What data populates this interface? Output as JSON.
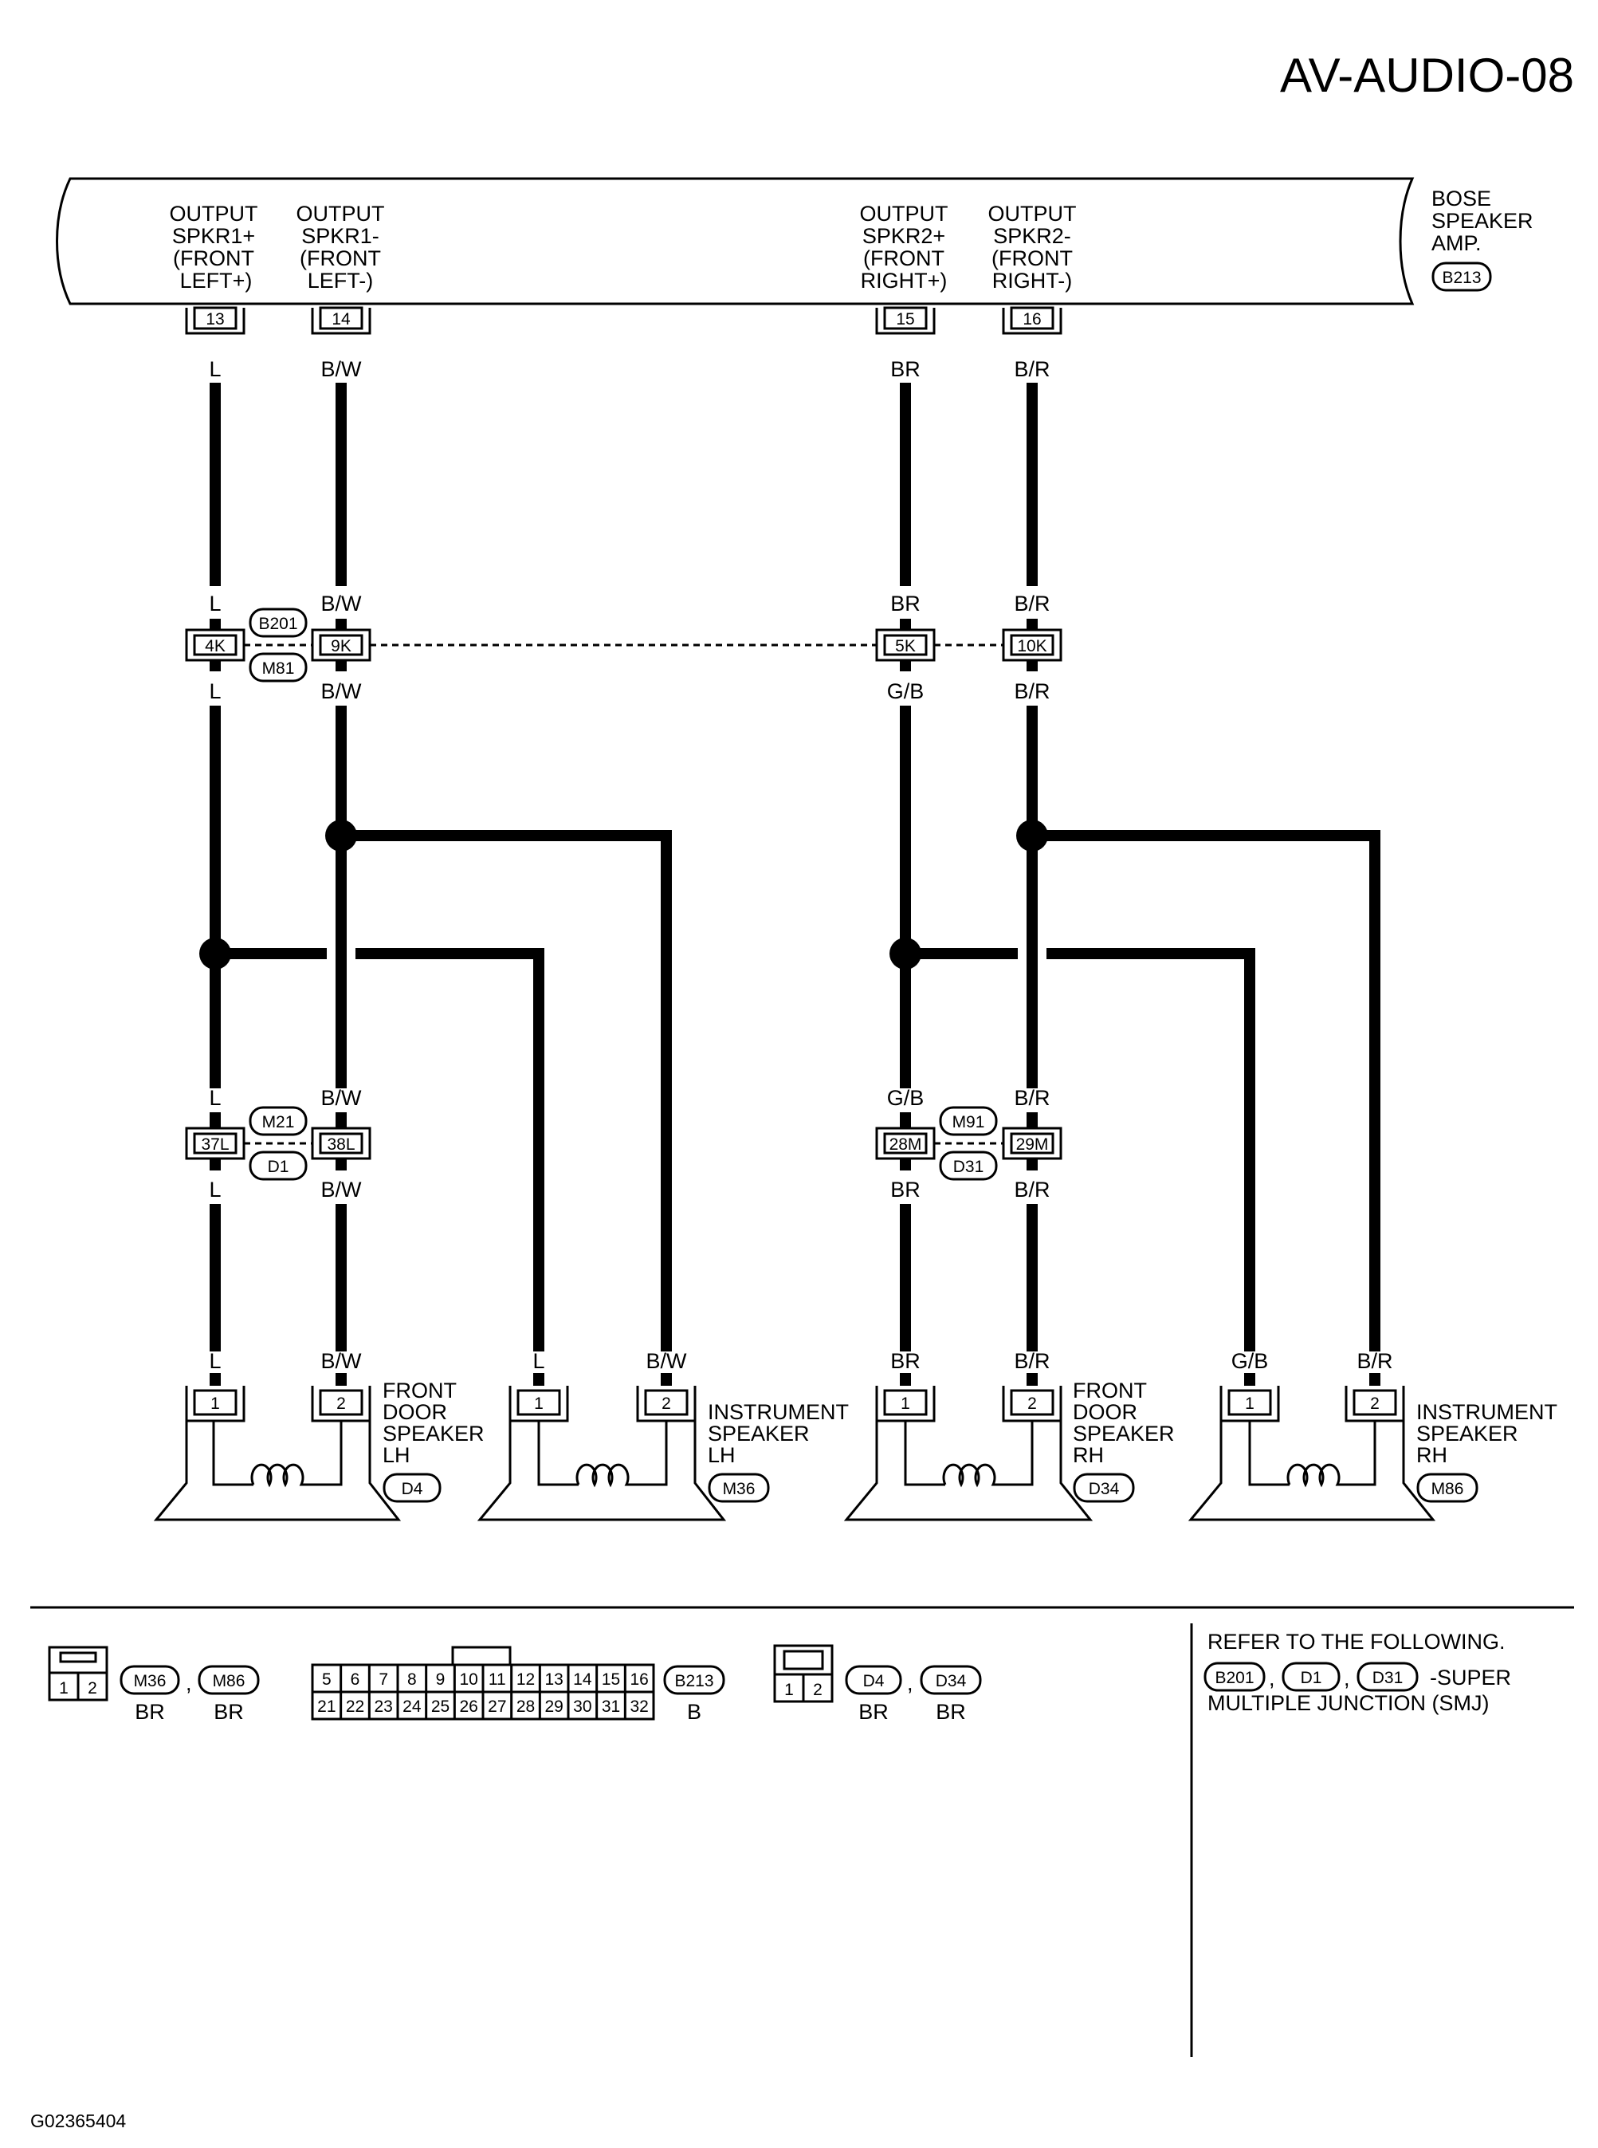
{
  "page_id": "AV-AUDIO-08",
  "figure_id": "G02365404",
  "amp": {
    "name": [
      "BOSE",
      "SPEAKER",
      "AMP."
    ],
    "connector": "B213",
    "outputs": [
      {
        "lines": [
          "OUTPUT",
          "SPKR1+",
          "(FRONT",
          "LEFT+)"
        ],
        "pin": "13",
        "color_top": "L"
      },
      {
        "lines": [
          "OUTPUT",
          "SPKR1-",
          "(FRONT",
          "LEFT-)"
        ],
        "pin": "14",
        "color_top": "B/W"
      },
      {
        "lines": [
          "OUTPUT",
          "SPKR2+",
          "(FRONT",
          "RIGHT+)"
        ],
        "pin": "15",
        "color_top": "BR"
      },
      {
        "lines": [
          "OUTPUT",
          "SPKR2-",
          "(FRONT",
          "RIGHT-)"
        ],
        "pin": "16",
        "color_top": "B/R"
      }
    ]
  },
  "junction1": {
    "connectors": [
      "B201",
      "M81"
    ],
    "pins": [
      "4K",
      "9K",
      "5K",
      "10K"
    ],
    "above": [
      "L",
      "B/W",
      "BR",
      "B/R"
    ],
    "below": [
      "L",
      "B/W",
      "G/B",
      "B/R"
    ]
  },
  "junction2": {
    "left_connectors": [
      "M21",
      "D1"
    ],
    "right_connectors": [
      "M91",
      "D31"
    ],
    "pins": [
      "37L",
      "38L",
      "28M",
      "29M"
    ],
    "above": [
      "L",
      "B/W",
      "G/B",
      "B/R"
    ],
    "below": [
      "L",
      "B/W",
      "BR",
      "B/R"
    ]
  },
  "speakers": [
    {
      "lines": [
        "FRONT",
        "DOOR",
        "SPEAKER",
        "LH"
      ],
      "connector": "D4",
      "pins": [
        "1",
        "2"
      ],
      "colors": [
        "L",
        "B/W"
      ]
    },
    {
      "lines": [
        "INSTRUMENT",
        "SPEAKER",
        "LH"
      ],
      "connector": "M36",
      "pins": [
        "1",
        "2"
      ],
      "colors": [
        "L",
        "B/W"
      ]
    },
    {
      "lines": [
        "FRONT",
        "DOOR",
        "SPEAKER",
        "RH"
      ],
      "connector": "D34",
      "pins": [
        "1",
        "2"
      ],
      "colors": [
        "BR",
        "B/R"
      ]
    },
    {
      "lines": [
        "INSTRUMENT",
        "SPEAKER",
        "RH"
      ],
      "connector": "M86",
      "pins": [
        "1",
        "2"
      ],
      "colors": [
        "G/B",
        "B/R"
      ]
    }
  ],
  "legend": {
    "conn_a": {
      "pins": [
        "1",
        "2"
      ],
      "labels": [
        "M36",
        "M86"
      ],
      "colors": [
        "BR",
        "BR"
      ]
    },
    "conn_b": {
      "row1": [
        "5",
        "6",
        "7",
        "8",
        "9",
        "10",
        "11",
        "12",
        "13",
        "14",
        "15",
        "16"
      ],
      "row2": [
        "21",
        "22",
        "23",
        "24",
        "25",
        "26",
        "27",
        "28",
        "29",
        "30",
        "31",
        "32"
      ],
      "label": "B213",
      "color": "B"
    },
    "conn_c": {
      "pins": [
        "1",
        "2"
      ],
      "labels": [
        "D4",
        "D34"
      ],
      "colors": [
        "BR",
        "BR"
      ]
    },
    "refer": {
      "heading": "REFER TO THE FOLLOWING.",
      "connectors": [
        "B201",
        "D1",
        "D31"
      ],
      "suffix": "-SUPER",
      "line3": "MULTIPLE JUNCTION (SMJ)"
    }
  }
}
